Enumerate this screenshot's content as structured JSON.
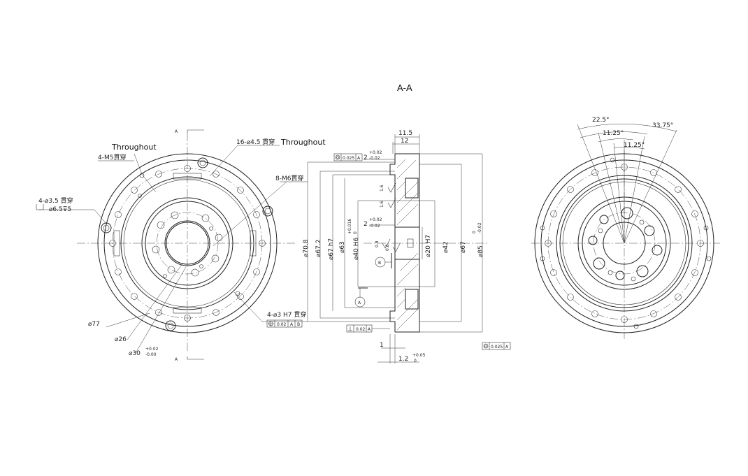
{
  "section_title": "A-A",
  "front_view": {
    "section_marker_top": "A",
    "section_marker_bottom": "A",
    "label_throughout_left": "Throughout",
    "label_throughout_top": "Throughout",
    "callout_m5": "4-M5貫穿",
    "callout_holes_16": "16-⌀4.5 貫穿",
    "callout_m6": "8-M6貫穿",
    "callout_counterbore_1": "4-⌀3.5 貫穿",
    "callout_counterbore_2": "⌀6.5⊽5",
    "callout_pin_holes": "4-⌀3 H7 貫穿",
    "pin_tolerance_value": "0.02",
    "pin_tolerance_ref_a": "A",
    "pin_tolerance_ref_b": "B",
    "dia_77": "⌀77",
    "dia_26": "⌀26",
    "dia_30": "⌀30",
    "dia_30_tol_upper": "+0.02",
    "dia_30_tol_lower": "-0.00"
  },
  "section_view": {
    "width_11_5": "11.5",
    "width_12": "12",
    "frame_top_value": "0.025",
    "frame_top_ref": "A",
    "dim_2_top": "2",
    "dim_2_top_upper": "+0.02",
    "dim_2_top_lower": "-0.02",
    "dim_2_mid": "2",
    "dim_2_mid_upper": "+0.02",
    "dim_2_mid_lower": "-0.02",
    "dia_70_8": "⌀70.8",
    "dia_67_2": "⌀67.2",
    "dia_67_h7": "⌀67 h7",
    "dia_63": "⌀63",
    "dia_40_h6": "⌀40 H6",
    "dia_40_tol_upper": "+0.016",
    "dia_40_tol_lower": "0",
    "dia_20_h7": "⌀20 H7",
    "dia_42": "⌀42",
    "dia_67": "⌀67",
    "dia_85": "⌀85",
    "dia_85_tol_upper": "0",
    "dia_85_tol_lower": "-0.02",
    "datum_a": "A",
    "datum_b": "B",
    "frame_perp_value": "0.02",
    "frame_perp_ref": "A",
    "frame_bottom_value": "0.025",
    "frame_bottom_ref": "A",
    "dim_1": "1",
    "dim_1_2": "1.2",
    "dim_1_2_upper": "+0.05",
    "dim_1_2_lower": "0",
    "finish_1": "1.6",
    "finish_2": "1.6",
    "finish_3": "0.8",
    "finish_4": "0.8"
  },
  "back_view": {
    "angle_22_5": "22.5°",
    "angle_33_75": "33.75°",
    "angle_11_25_a": "11.25°",
    "angle_11_25_b": "11.25°"
  }
}
